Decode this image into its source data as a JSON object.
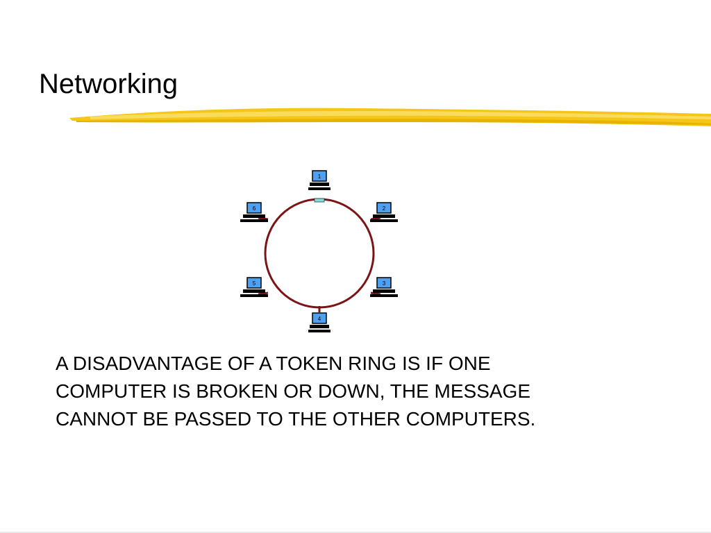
{
  "slide": {
    "title": "Networking",
    "body_lines": [
      "A DISADVANTAGE OF A TOKEN RING IS IF ONE",
      "COMPUTER IS BROKEN OR DOWN, THE MESSAGE",
      "CANNOT BE PASSED TO THE OTHER COMPUTERS."
    ]
  },
  "diagram": {
    "nodes": [
      {
        "label": "1"
      },
      {
        "label": "2"
      },
      {
        "label": "3"
      },
      {
        "label": "4"
      },
      {
        "label": "5"
      },
      {
        "label": "6"
      }
    ],
    "icon": "computer-icon"
  },
  "colors": {
    "ring": "#7a1416",
    "screen": "#4fa0f0",
    "underline": "#f5c518",
    "token": "#7fe0e0"
  }
}
